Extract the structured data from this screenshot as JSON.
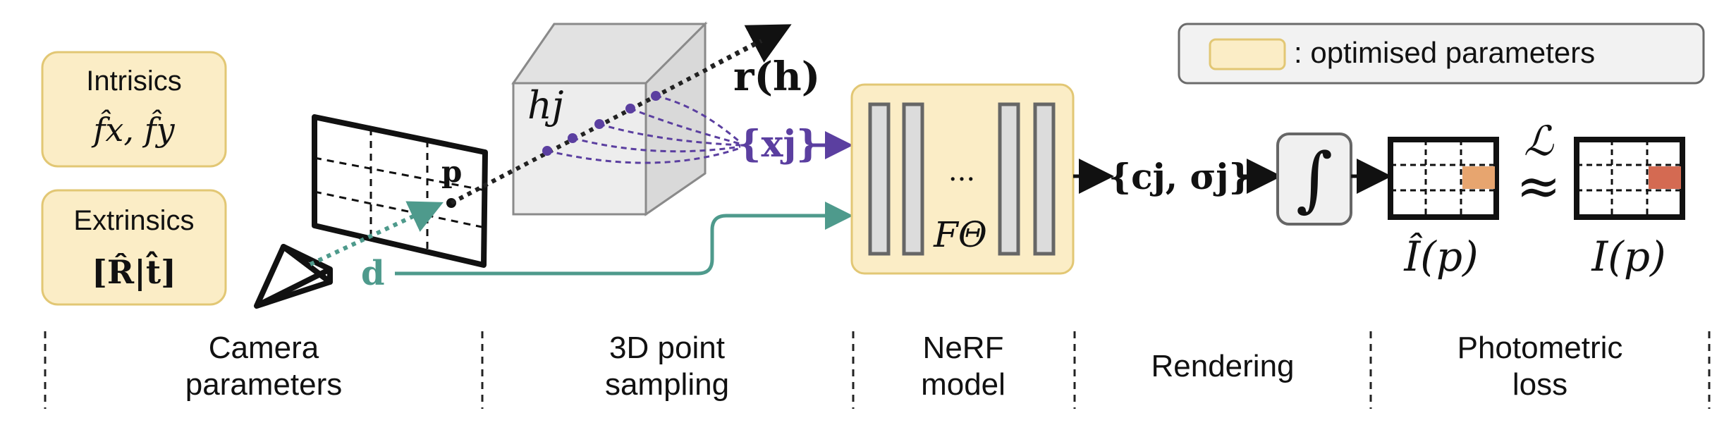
{
  "legend": {
    "text": ": optimised parameters",
    "swatch_color": "#fbedc6"
  },
  "colors": {
    "optimised_fill": "#fbedc6",
    "optimised_stroke": "#e2c774",
    "ray_purple": "#5b3fa0",
    "direction_teal": "#4e9a8c",
    "pixel_pred": "#e7a56f",
    "pixel_gt": "#d46a52",
    "dark": "#111111",
    "gray_fill": "#ececec"
  },
  "camera": {
    "intrinsics_title": "Intrisics",
    "intrinsics_symbols": "f̂x, f̂y",
    "extrinsics_title": "Extrinsics",
    "extrinsics_symbols": "[R̂|t̂]"
  },
  "labels": {
    "pixel": "p",
    "direction": "d",
    "ray": "r(h)",
    "depth": "hj",
    "samples": "{xj}",
    "mlp_dots": "...",
    "mlp_name": "FΘ",
    "outputs": "{cj, σj}",
    "integral": "∫",
    "predicted_pixel": "Î(p)",
    "gt_pixel": "I(p)",
    "loss": "ℒ",
    "approx": "≈"
  },
  "stages": [
    {
      "line1": "Camera",
      "line2": "parameters"
    },
    {
      "line1": "3D point",
      "line2": "sampling"
    },
    {
      "line1": "NeRF",
      "line2": "model"
    },
    {
      "line1": "Rendering",
      "line2": ""
    },
    {
      "line1": "Photometric",
      "line2": "loss"
    }
  ]
}
